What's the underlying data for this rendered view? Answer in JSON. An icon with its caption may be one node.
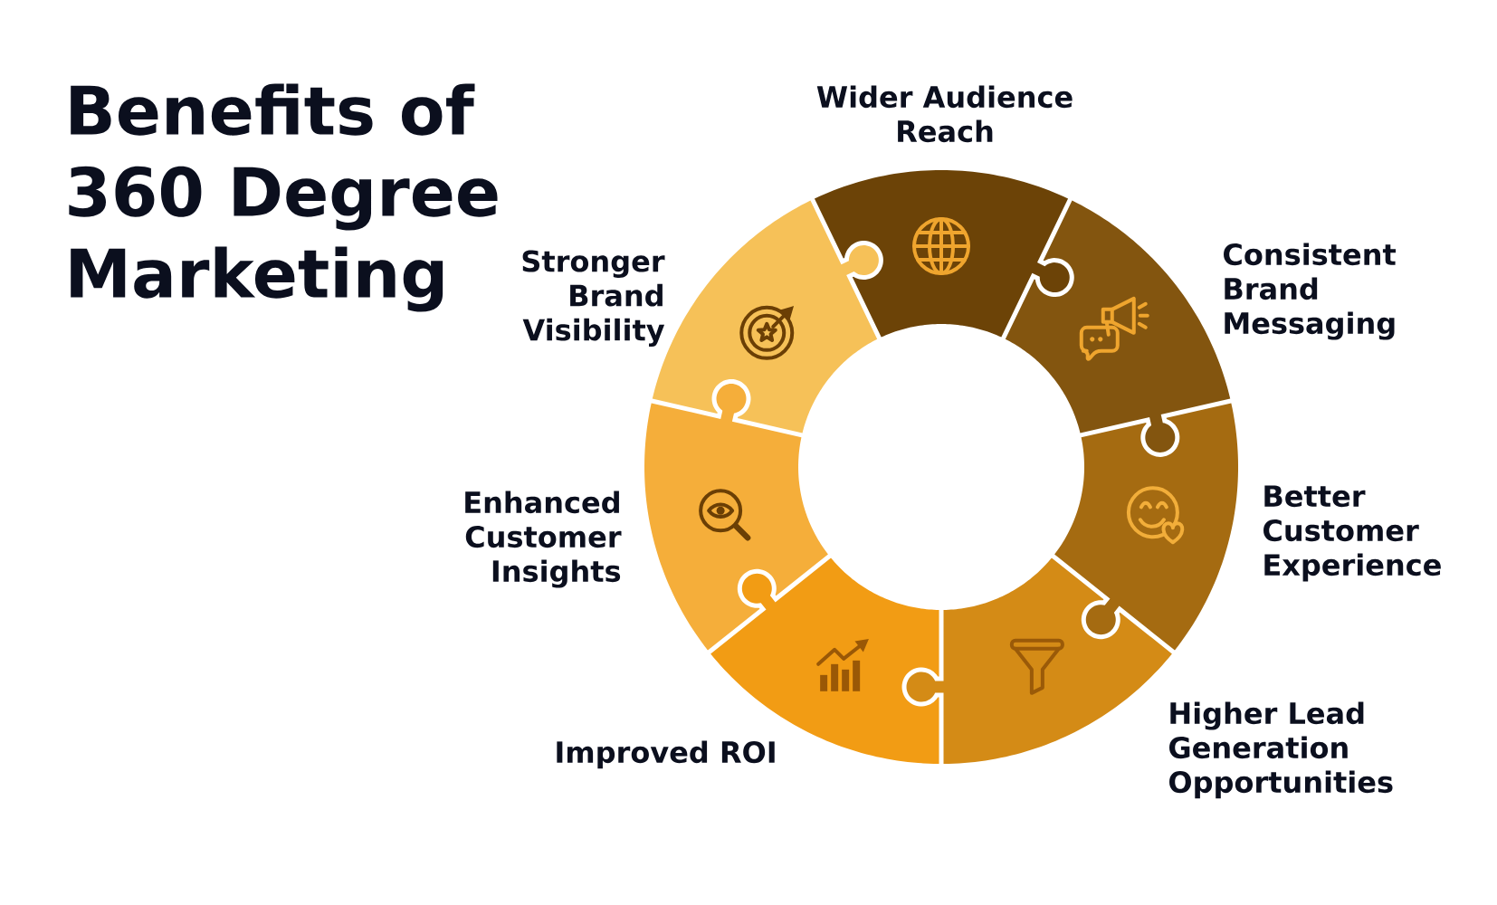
{
  "diagram": {
    "title": "Benefits of 360 Degree Marketing",
    "nodes": [
      {
        "text": [
          "Wider Audience Reach"
        ]
      },
      {
        "text": [
          "Consistent Brand Messaging"
        ]
      },
      {
        "text": [
          "Better Customer Experience"
        ]
      },
      {
        "text": [
          "Higher Lead Generation Opportunities"
        ]
      },
      {
        "text": [
          "Improved ROI"
        ]
      },
      {
        "text": [
          "Enhanced Customer Insights"
        ]
      },
      {
        "text": [
          "Stronger Brand Visibility"
        ]
      }
    ]
  }
}
